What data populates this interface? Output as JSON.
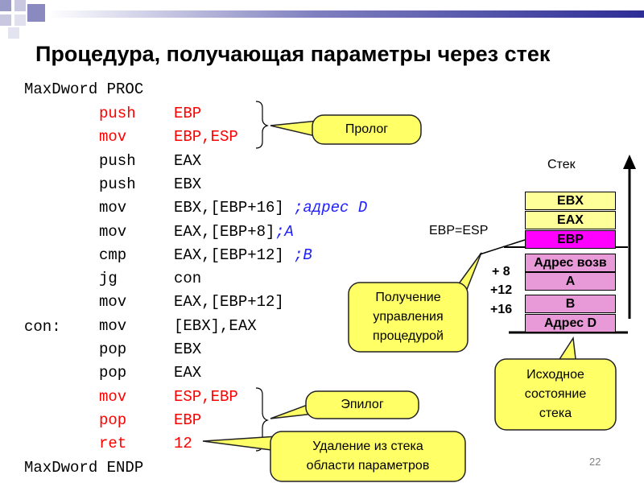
{
  "title": "Процедура, получающая параметры через стек",
  "code": {
    "proc_header": "MaxDword PROC",
    "proc_footer": "MaxDword ENDP",
    "label_con": "con:",
    "lines": [
      {
        "op": "push",
        "args": "EBP",
        "comment": "",
        "color": "#ff0000"
      },
      {
        "op": "mov",
        "args": "EBP,ESP",
        "comment": "",
        "color": "#ff0000"
      },
      {
        "op": "push",
        "args": "EAX",
        "comment": "",
        "color": "#000000"
      },
      {
        "op": "push",
        "args": "EBX",
        "comment": "",
        "color": "#000000"
      },
      {
        "op": "mov",
        "args": "EBX,[EBP+16]",
        "comment": ";адрес D",
        "color": "#000000"
      },
      {
        "op": "mov",
        "args": "EAX,[EBP+8]",
        "comment": ";A",
        "color": "#000000"
      },
      {
        "op": "cmp",
        "args": "EAX,[EBP+12]",
        "comment": ";B",
        "color": "#000000"
      },
      {
        "op": "jg",
        "args": "con",
        "comment": "",
        "color": "#000000"
      },
      {
        "op": "mov",
        "args": "EAX,[EBP+12]",
        "comment": "",
        "color": "#000000"
      },
      {
        "op": "mov",
        "args": "[EBX],EAX",
        "comment": "",
        "color": "#000000"
      },
      {
        "op": "pop",
        "args": "EBX",
        "comment": "",
        "color": "#000000"
      },
      {
        "op": "pop",
        "args": "EAX",
        "comment": "",
        "color": "#000000"
      },
      {
        "op": "mov",
        "args": "ESP,EBP",
        "comment": "",
        "color": "#ff0000"
      },
      {
        "op": "pop",
        "args": "EBP",
        "comment": "",
        "color": "#ff0000"
      },
      {
        "op": "ret",
        "args": "12",
        "comment": "",
        "color": "#ff0000"
      }
    ]
  },
  "callouts": {
    "prologue": "Пролог",
    "control": [
      "Получение",
      "управления",
      "процедурой"
    ],
    "epilogue": "Эпилог",
    "cleanup": [
      "Удаление из стека",
      "области параметров"
    ],
    "initial": [
      "Исходное",
      "состояние",
      "стека"
    ]
  },
  "stack": {
    "title": "Стек",
    "ebp_esp": "EBP=ESP",
    "offsets": [
      "+ 8",
      "+12",
      "+16"
    ],
    "cells": [
      {
        "label": "EBX",
        "color": "#ffff99"
      },
      {
        "label": "EAX",
        "color": "#ffff99"
      },
      {
        "label": "EBP",
        "color": "#ff00ff"
      },
      {
        "label": "Адрес возв",
        "color": "#e89ad8"
      },
      {
        "label": "A",
        "color": "#e89ad8"
      },
      {
        "label": "B",
        "color": "#e89ad8"
      },
      {
        "label": "Адрес D",
        "color": "#e89ad8"
      }
    ]
  },
  "colors": {
    "callout_fill": "#ffff66",
    "callout_border": "#222222",
    "accent_red": "#ff0000",
    "comment_blue": "#2020ff"
  },
  "slide_number": "22"
}
